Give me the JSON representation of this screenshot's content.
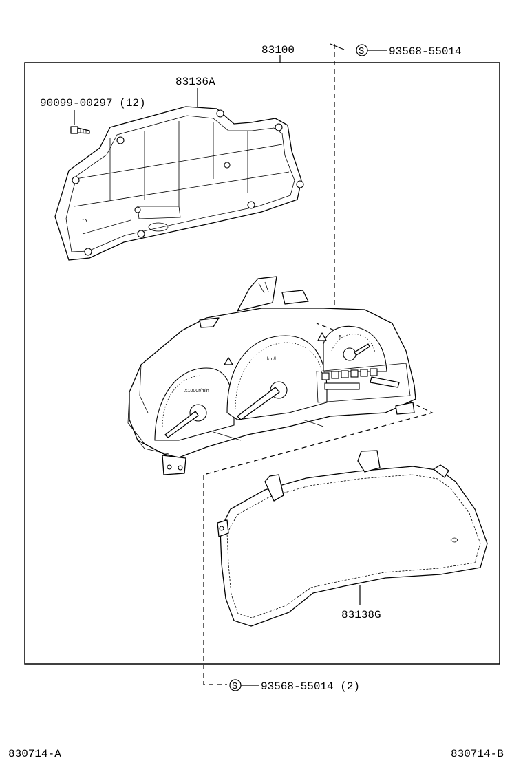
{
  "labels": {
    "assembly": "83100",
    "housing": "83136A",
    "screw": "90099-00297 (12)",
    "screw_top": "93568-55014",
    "glass": "83138G",
    "screw_bottom": "93568-55014 (2)",
    "symbol_s": "S",
    "footer_left": "830714-A",
    "footer_right": "830714-B"
  },
  "gauge_marks": {
    "tach": "X1000r/min",
    "speedo": "km/h",
    "fuel": "F"
  },
  "colors": {
    "line": "#000000",
    "background": "#ffffff"
  }
}
